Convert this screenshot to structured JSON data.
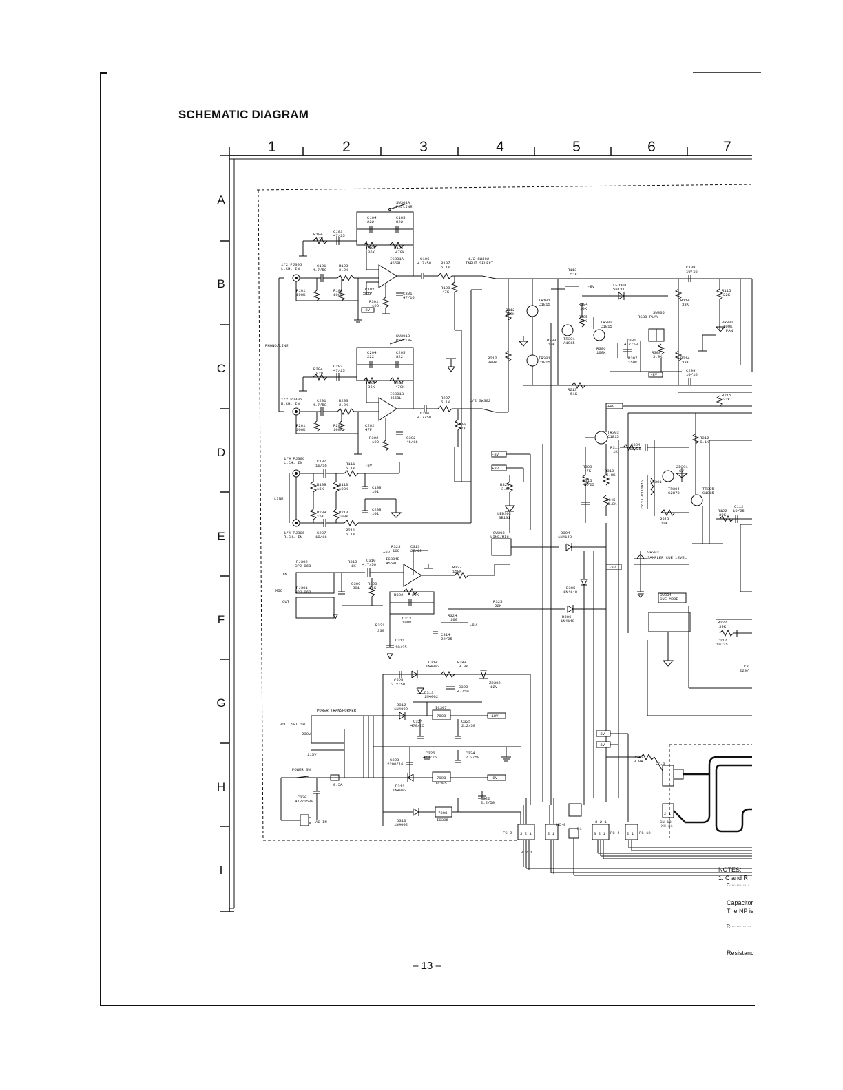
{
  "title": "SCHEMATIC DIAGRAM",
  "page_number": "– 13 –",
  "grid": {
    "columns": [
      "1",
      "2",
      "3",
      "4",
      "5",
      "6",
      "7"
    ],
    "rows": [
      "A",
      "B",
      "C",
      "D",
      "E",
      "F",
      "G",
      "H",
      "I"
    ]
  },
  "notes": {
    "heading": "NOTES:",
    "line1": "1. C and R",
    "line2": "C············",
    "line3": "Capacitor",
    "line4": "The NP is",
    "line5": "R·············",
    "line6": "Resistanc"
  },
  "labels": {
    "sw301a": "SW301A",
    "ph_line_a": "PH/LINE",
    "c104": "C104",
    "c104v": "222",
    "c105": "C105",
    "c105v": "822",
    "c103": "C103",
    "c103v": "47/25",
    "r104": "R104",
    "r104v": "820",
    "r105": "R105",
    "r105v": "36K",
    "r106": "R106",
    "r106v": "470K",
    "ic301a": "IC301A",
    "ic301av": "4558L",
    "c106": "C106",
    "c106v": "4.7/50",
    "r107": "R107",
    "r107v": "5.1K",
    "sw302a": "1/2 SW302",
    "input_select": "INPUT SELECT",
    "pj305a": "1/2 PJ305",
    "lch_in_a": "L.CH. IN",
    "c101": "C101",
    "c101v": "4.7/50",
    "r103": "R103",
    "r103v": "2.2K",
    "r101": "R101",
    "r101v": "100K",
    "r102": "R102",
    "r102v": "100K",
    "c102": "C102",
    "c102v": "47P",
    "r301": "R301",
    "r301v": "100",
    "c301": "C301",
    "c301v": "47/16",
    "r108": "R108",
    "r108v": "47K",
    "plus8v_a": "+8V",
    "phono_line": "PHONO/LINE",
    "sw301b": "SW301B",
    "ph_line_b": "PH/LINE",
    "c204": "C204",
    "c204v": "222",
    "c205": "C205",
    "c205v": "822",
    "c203": "C203",
    "c203v": "47/25",
    "r204": "R204",
    "r204v": "820",
    "r205": "R205",
    "r205v": "36K",
    "r206": "R206",
    "r206v": "470K",
    "ic301b": "IC301B",
    "ic301bv": "4558L",
    "pj305b": "1/2 PJ305",
    "rch_in_b": "R.CH. IN",
    "c201": "C201",
    "c201v": "4.7/50",
    "r203": "R203",
    "r203v": "2.2K",
    "r207": "R207",
    "r207v": "5.1K",
    "c206": "C206",
    "c206v": "4.7/50",
    "sw302b": "1/2 SW302",
    "r201": "R201",
    "r201v": "100K",
    "r202": "R202",
    "r202v": "100K",
    "c202": "C202",
    "c202v": "47P",
    "r302": "R302",
    "r302v": "100",
    "c302": "C302",
    "c302v": "46/16",
    "r208": "R208",
    "r208v": "47K",
    "pj306a": "1/4 PJ306",
    "lch_in_c": "L.CH. IN",
    "c107": "C107",
    "c107v": "10/16",
    "r111": "R111",
    "r111v": "5.1K",
    "minus8v_a": "-8V",
    "r109": "R109",
    "r109v": "15K",
    "r110": "R110",
    "r110v": "100K",
    "c108": "C108",
    "c108v": "101",
    "line": "LINE",
    "r209": "R209",
    "r209v": "15K",
    "r210": "R210",
    "r210v": "100K",
    "c208": "C208",
    "c208v": "101",
    "pj306b": "1/4 PJ306",
    "rch_in_d": "R.CH. IN",
    "c207": "C207",
    "c207v": "10/16",
    "r211": "R211",
    "r211v": "5.1K",
    "plus8v_b": "+8V",
    "r323": "R323",
    "r323v": "100",
    "c313": "C313",
    "c313v": "22/25",
    "pj302": "PJ302",
    "cpj068_a": "CPJ-068",
    "r319": "R319",
    "r319v": "1K",
    "c310": "C310",
    "c310v": "4.7/50",
    "ic304b": "IC304B",
    "ic304bv": "4558L",
    "r327": "R327",
    "r327v": "150K",
    "in": "IN",
    "mic": "MIC",
    "pj301": "PJ301",
    "cpj068_b": "CPJ-068",
    "out": "OUT",
    "c309": "C309",
    "c309v": "391",
    "r320": "R320",
    "r320v": "36K",
    "r322": "R322",
    "r322v": "20K",
    "r325": "R325",
    "r325v": "22K",
    "c312": "C312",
    "c312v": "100P",
    "r324": "R324",
    "r324v": "100",
    "minus8v_b": "-8V",
    "r321": "R321",
    "r321v": "330",
    "c311": "C311",
    "c311v": "10/25",
    "c314": "C314",
    "c314v": "22/25",
    "minus8v_c": "-8V",
    "plus8v_c": "+8V",
    "r326": "R326",
    "r326v": "3.9K",
    "led302": "LED302",
    "led302v": "SB131",
    "sw303": "SW303",
    "line_mic": "LINE/MIC",
    "d304": "D304",
    "d304v": "1N4148",
    "d305": "D305",
    "d305v": "1N4148",
    "d306": "D306",
    "d306v": "1N4148",
    "r113": "R113",
    "r113v": "51K",
    "minus8v_d": "-8V",
    "led301": "LED301",
    "led301v": "SB131",
    "tr101": "TR101",
    "tr101v": "C1815",
    "r112": "R112",
    "r112v": "390K",
    "r304": "R304",
    "r304v": "10K",
    "r305": "R305",
    "r305v": "10K",
    "sw305": "SW305",
    "rsbo_play": "RSBO PLAY",
    "tr302": "TR302",
    "tr302v": "C1815",
    "r303": "R303",
    "r303v": "10K",
    "tr301": "TR301",
    "tr301v": "A1015",
    "c331": "C331",
    "c331v": "4.7/50",
    "r306": "R306",
    "r306v": "100K",
    "r307": "R307",
    "r307v": "150K",
    "r308": "R308",
    "r308v": "3.9K",
    "r212": "R212",
    "r212v": "390K",
    "tr201": "TR201",
    "tr201v": "C1815",
    "minus8v_e": "-8V",
    "r213": "R213",
    "r213v": "51K",
    "c109": "C109",
    "c109v": "10/16",
    "r114": "R114",
    "r114v": "33K",
    "r115": "R115",
    "r115v": "22K",
    "vr302": "VR302",
    "vr302v": "100K",
    "pan": "PAN",
    "r214": "R214",
    "r214v": "33K",
    "c209": "C209",
    "c209v": "10/16",
    "r215": "R215",
    "r215v": "22K",
    "plus8v_d": "+8V",
    "tr303": "TR303",
    "tr303v": "C1815",
    "r311": "R311",
    "r311v": "1K",
    "c304": "C304",
    "c304v": "10/25",
    "r312": "R312",
    "r312v": "5.1K",
    "r309": "R309",
    "r309v": "47K",
    "r310": "R310",
    "r310v": "6.8K",
    "zd301": "ZD301",
    "zd301v": "6V",
    "c315": "C315",
    "c315v": "47/25",
    "vr301": "VR301",
    "vr301_name": "SAMPLER LEVEL",
    "tr304": "TR304",
    "tr304v": "C2878",
    "tr305": "TR305",
    "tr305v": "C1815",
    "r345": "R345",
    "r345v": "6.8K",
    "r313": "R313",
    "r313v": "10K",
    "r122": "R122",
    "r122v": "39K",
    "c112": "C112",
    "c112v": "10/25",
    "vr303": "VR303",
    "sampler_cue_level": "SAMPLER CUE LEVEL",
    "minus8v_f": "-8V",
    "sw304": "SW304",
    "cue_mode": "CUE MODE",
    "r222": "R222",
    "r222v": "39K",
    "c212": "C212",
    "c212v": "10/25",
    "c3x": "C3",
    "c3xv": "220/",
    "d314": "D314",
    "d314v": "1N4002",
    "r344": "R344",
    "r344v": "3.3K",
    "c328": "C328",
    "c328v": "2.2/50",
    "zd302": "ZD302",
    "zd302v": "12V",
    "d313": "D313",
    "d313v": "1N4002",
    "c329": "C329",
    "c329v": "47/50",
    "power_transformer": "POWER TRANSFORMER",
    "d312": "D312",
    "d312v": "1N4002",
    "ic307": "IC307",
    "ic307v": "7808",
    "plus18v": "+18V",
    "vol_sel_sw": "VOL. SEL.SW",
    "v230": "230V",
    "v115": "115V",
    "c327": "C327",
    "c327v": "470/25",
    "c325": "C325",
    "c325v": "2.2/50",
    "power_sw": "POWER SW",
    "c323": "C323",
    "c323v": "2200/16",
    "c326": "C326",
    "c326v": "470/25",
    "c324": "C324",
    "c324v": "2.2/50",
    "d311": "D311",
    "d311v": "1N4002",
    "ic305": "IC305",
    "ic305v": "7908",
    "minus8v_g": "-8V",
    "fuse": "0.5A",
    "c330": "C330",
    "c330v": "472/250V",
    "c322": "C322",
    "c322v": "2.2/50",
    "d310": "D310",
    "d310v": "1N4002",
    "ic306": "IC306",
    "ic306v": "7808",
    "ac_in": "AC IN",
    "plus8v_h": "+8V",
    "minus8v_h": "-8V",
    "r346": "R346",
    "r346v": "3.9A",
    "fc8": "FC-8",
    "fc9": "FC-9",
    "hc8": "HC-8",
    "p1": "P1",
    "fc4": "FC-4",
    "fc10": "FC-10",
    "cn18": "CN-18",
    "xh21": "XH-21",
    "pin321_a": "3 2 1",
    "pin21_a": "2 1",
    "pin321_b": "3 2 1",
    "pin21_b": "2 1",
    "pin321_c": "3 2 1",
    "pin21_c": "2 1",
    "pin321_d": "3 2 1"
  }
}
